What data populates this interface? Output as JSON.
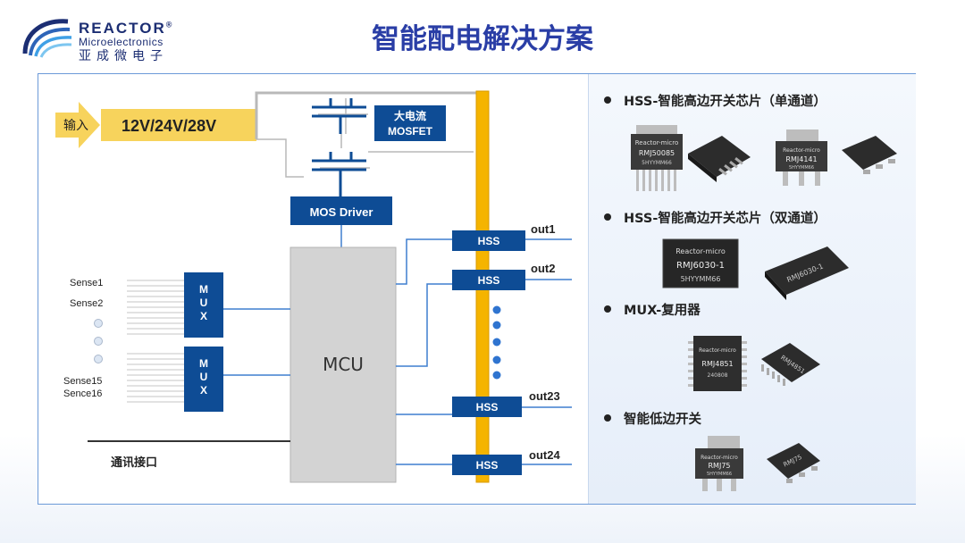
{
  "header": {
    "brand": "REACTOR",
    "brand_mark": "®",
    "brand_sub": "Microelectronics",
    "brand_cn": "亚成微电子",
    "title": "智能配电解决方案"
  },
  "diagram": {
    "input_label": "输入",
    "voltage": "12V/24V/28V",
    "mosfet_line1": "大电流",
    "mosfet_line2": "MOSFET",
    "mos_driver": "MOS Driver",
    "mcu": "MCU",
    "mux_label": "M U X",
    "sense1": "Sense1",
    "sense2": "Sense2",
    "sense15": "Sense15",
    "sense16": "Sence16",
    "comm": "通讯接口",
    "hss": "HSS",
    "out1": "out1",
    "out2": "out2",
    "out23": "out23",
    "out24": "out24"
  },
  "products": {
    "sec1": "HSS-智能高边开关芯片（单通道）",
    "sec2": "HSS-智能高边开关芯片（双通道）",
    "sec3": "MUX-复用器",
    "sec4": "智能低边开关",
    "brand_marking": "Reactor-micro",
    "chip1_part": "RMJ50085",
    "chip2_part": "RMJ4141",
    "chip3_part": "RMJ6030-1",
    "chip4_part": "RMJ4851",
    "chip4_code": "240808",
    "chip5_part": "RMJ75",
    "date_code": "5HYYMM66"
  },
  "colors": {
    "title": "#2a3ea6",
    "box_blue": "#0e4c95",
    "bus_yellow": "#f5b400",
    "arrow_yellow": "#f7d35c",
    "mcu_gray": "#d3d3d3",
    "wire_blue": "#3f7fcf"
  }
}
